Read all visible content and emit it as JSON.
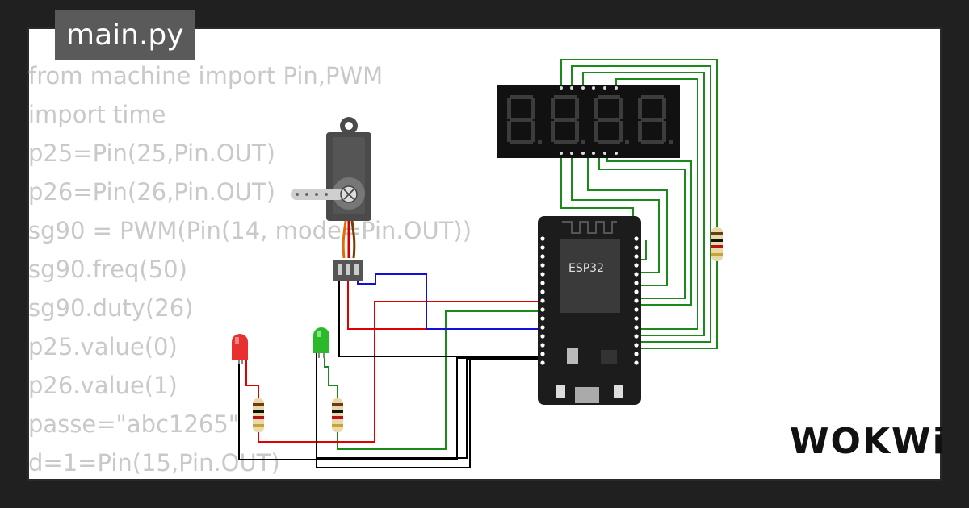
{
  "editor": {
    "file_tab": "main.py",
    "code_lines": [
      "from machine import Pin,PWM",
      "import time",
      "p25=Pin(25,Pin.OUT)",
      "p26=Pin(26,Pin.OUT)",
      "sg90 = PWM(Pin(14, mode=Pin.OUT))",
      "sg90.freq(50)",
      "sg90.duty(26)",
      "p25.value(0)",
      "p26.value(1)",
      "passe=\"abc1265\"",
      "d=1=Pin(15,Pin.OUT)"
    ]
  },
  "circuit": {
    "board_label": "ESP32",
    "display_digits": "8.8.8.8.",
    "components": {
      "servo": "servo-motor",
      "led_red": "led-red",
      "led_green": "led-green",
      "display": "seven-segment-display",
      "mcu": "esp32-devkit"
    },
    "colors": {
      "wire_green": "#1a8a1a",
      "wire_red": "#e00000",
      "wire_blue": "#1010d8",
      "wire_black": "#000000",
      "board": "#1c1c1c",
      "display_bg": "#111111",
      "segment_off": "#3c3c3c"
    }
  },
  "branding": {
    "logo_text": "WOKWi"
  }
}
